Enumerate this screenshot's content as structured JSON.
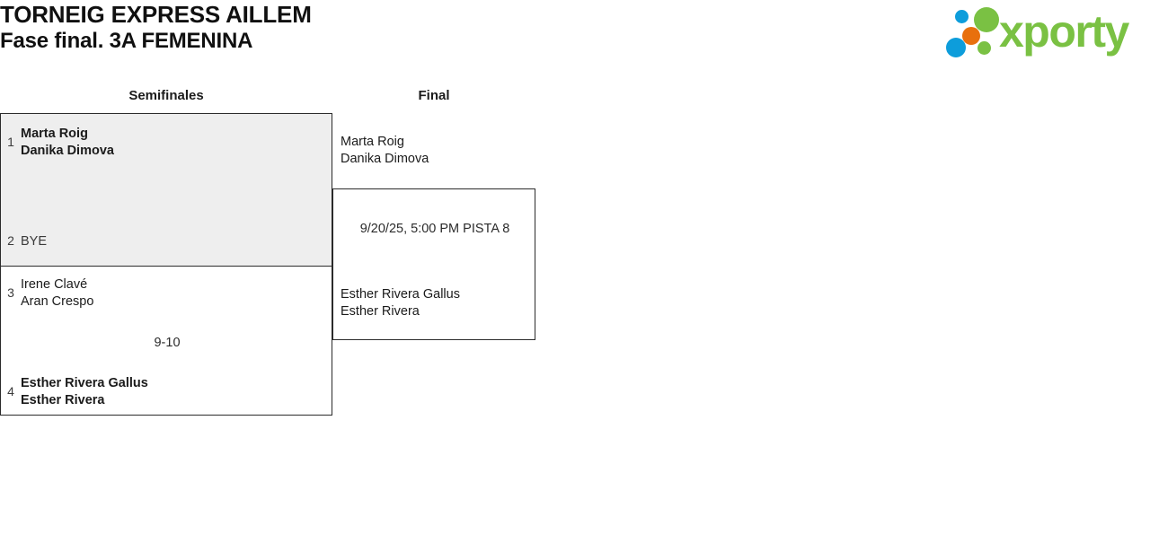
{
  "header": {
    "title_line1": "TORNEIG EXPRESS AILLEM",
    "title_line2": "Fase final. 3A FEMENINA",
    "logo_text": "xporty",
    "logo_colors": {
      "green": "#7ac143",
      "blue": "#0d9ddb",
      "orange": "#e8700d"
    }
  },
  "rounds": [
    {
      "label": "Semifinales"
    },
    {
      "label": "Final"
    }
  ],
  "bracket": {
    "semifinals": [
      {
        "highlighted": true,
        "teams": [
          {
            "seed": "1",
            "line1": "Marta Roig",
            "line2": "Danika Dimova",
            "winner": true
          },
          {
            "seed": "2",
            "line1": "BYE",
            "line2": "",
            "winner": false
          }
        ],
        "score": ""
      },
      {
        "highlighted": false,
        "teams": [
          {
            "seed": "3",
            "line1": "Irene Clavé",
            "line2": "Aran Crespo",
            "winner": false
          },
          {
            "seed": "4",
            "line1": "Esther Rivera Gallus",
            "line2": "Esther Rivera",
            "winner": true
          }
        ],
        "score": "9-10"
      }
    ],
    "final": {
      "teams": [
        {
          "line1": "Marta Roig",
          "line2": "Danika Dimova",
          "winner": false
        },
        {
          "line1": "Esther Rivera Gallus",
          "line2": "Esther Rivera",
          "winner": false
        }
      ],
      "info": "9/20/25, 5:00 PM PISTA 8"
    }
  }
}
